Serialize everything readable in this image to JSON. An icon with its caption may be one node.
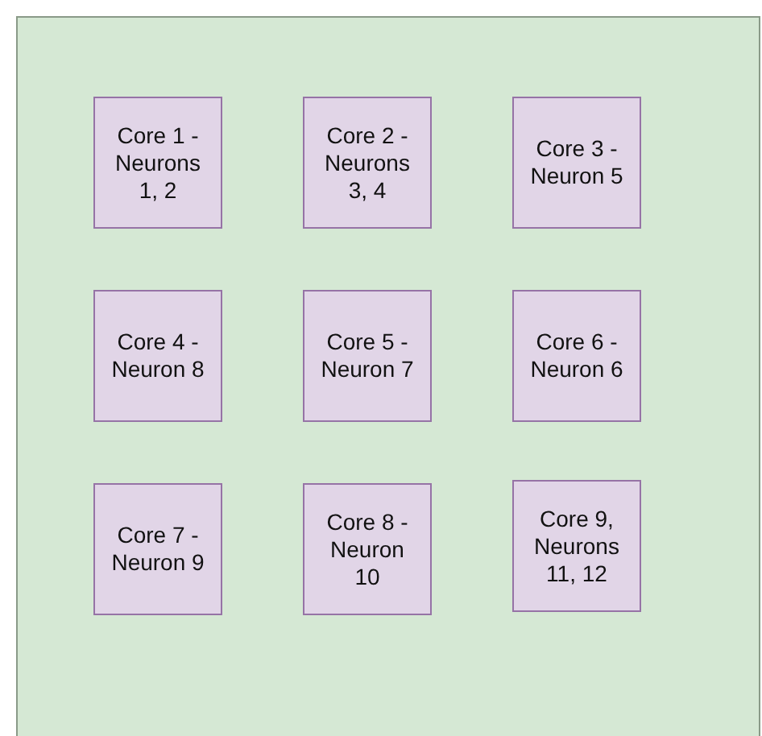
{
  "diagram": {
    "nodes": [
      {
        "text": [],
        "shape": "box"
      },
      {
        "text": [
          "Core 1 - Neurons 1, 2"
        ],
        "in": 0
      },
      {
        "text": [
          "Core 2 - Neurons 3, 4"
        ],
        "in": 0
      },
      {
        "text": [
          "Core 3 - Neuron 5"
        ],
        "in": 0
      },
      {
        "text": [
          "Core 4 - Neuron 8"
        ],
        "in": 0
      },
      {
        "text": [
          "Core 5 - Neuron 7"
        ],
        "in": 0
      },
      {
        "text": [
          "Core 6 - Neuron 6"
        ],
        "in": 0
      },
      {
        "text": [
          "Core 7 - Neuron 9"
        ],
        "in": 0
      },
      {
        "text": [
          "Core 8 - Neuron 10"
        ],
        "in": 0
      },
      {
        "text": [
          "Core 9, Neurons 11, 12"
        ],
        "in": 0
      }
    ]
  }
}
